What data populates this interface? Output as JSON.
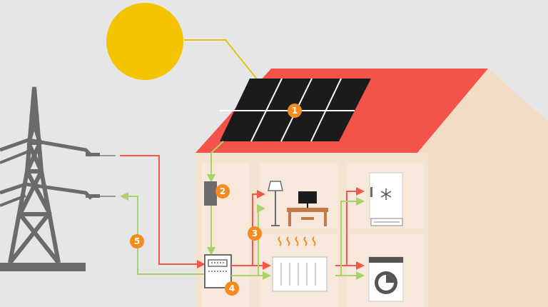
{
  "colors": {
    "background": "#e6e6e6",
    "sun": "#f5c400",
    "roof": "#f4534a",
    "house_wall": "#f3e3d1",
    "room_fill": "#f6e9dc",
    "panel": "#1b1b1b",
    "pylon": "#6b6b6b",
    "grid_power": "#f2584a",
    "solar_power": "#a9d36a",
    "sun_ray": "#e3c21a",
    "badge": "#f58a1f",
    "heat": "#f58a1f"
  },
  "markers": [
    {
      "number": "1",
      "target": "solar-panels"
    },
    {
      "number": "2",
      "target": "inverter"
    },
    {
      "number": "3",
      "target": "household-consumers"
    },
    {
      "number": "4",
      "target": "meter-box"
    },
    {
      "number": "5",
      "target": "grid-feed-in"
    }
  ],
  "icons": {
    "sun": "sun-icon",
    "pylon": "power-pylon-icon",
    "panel": "solar-panel-icon",
    "inverter": "inverter-icon",
    "meter": "meter-icon",
    "lamp": "floor-lamp-icon",
    "tv": "television-icon",
    "desk": "desk-icon",
    "radiator": "radiator-icon",
    "fridge": "fridge-icon",
    "washer": "washing-machine-icon",
    "snowflake": "snowflake-icon"
  }
}
